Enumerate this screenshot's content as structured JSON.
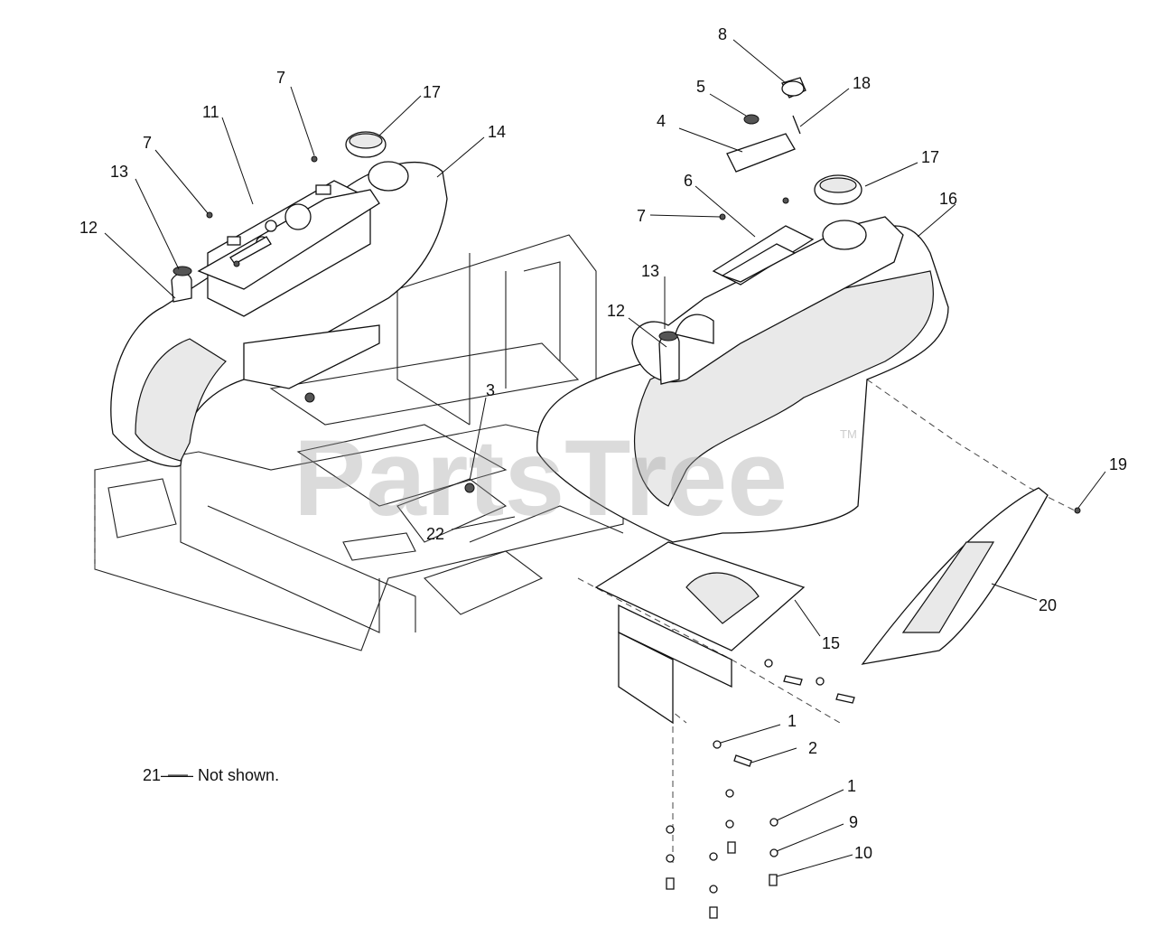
{
  "watermark": {
    "text": "PartsTree",
    "tm": "TM"
  },
  "note": "21—— Not shown.",
  "callouts": {
    "c1a": "1",
    "c1b": "1",
    "c2": "2",
    "c3": "3",
    "c4": "4",
    "c5": "5",
    "c6": "6",
    "c7a": "7",
    "c7b": "7",
    "c7c": "7",
    "c8": "8",
    "c9": "9",
    "c10": "10",
    "c11": "11",
    "c12a": "12",
    "c12b": "12",
    "c13a": "13",
    "c13b": "13",
    "c14": "14",
    "c15": "15",
    "c16": "16",
    "c17a": "17",
    "c17b": "17",
    "c18": "18",
    "c19": "19",
    "c20": "20",
    "c22": "22"
  }
}
